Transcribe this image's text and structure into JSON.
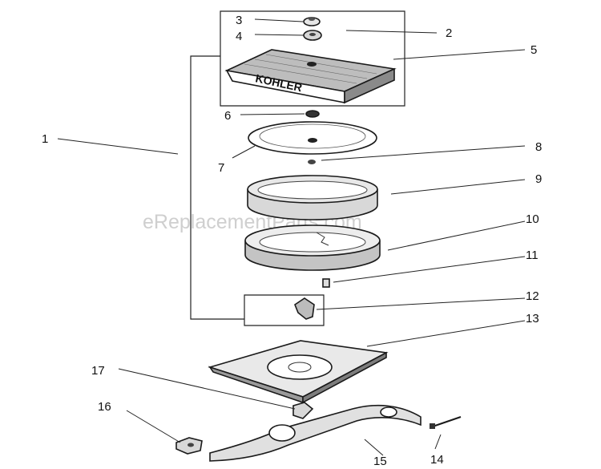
{
  "watermark": "eReplacementParts.com",
  "cover_logo": "KOHLER",
  "callouts": [
    "1",
    "2",
    "3",
    "4",
    "5",
    "6",
    "7",
    "8",
    "9",
    "10",
    "11",
    "12",
    "13",
    "14",
    "15",
    "16",
    "17"
  ],
  "colors": {
    "ink": "#1a1a1a",
    "watermark": "#cfcfcf",
    "background": "#ffffff"
  }
}
